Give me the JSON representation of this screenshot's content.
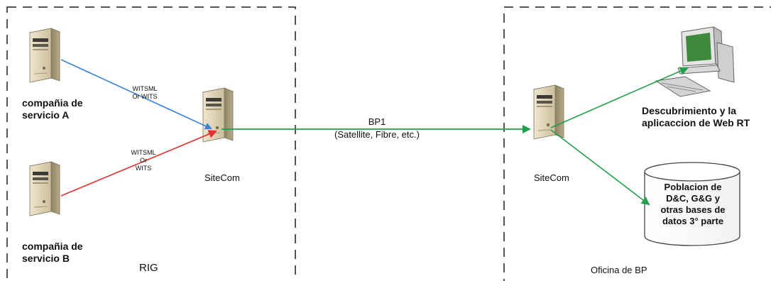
{
  "regions": {
    "rig": "RIG",
    "office": "Oficina de BP"
  },
  "servers": {
    "service_a": [
      "compañia de",
      "servicio A"
    ],
    "service_b": [
      "compañia de",
      "servicio B"
    ],
    "sitecom_rig": "SiteCom",
    "sitecom_office": "SiteCom"
  },
  "links": {
    "a_protocol": [
      "WITSML",
      "Or WITS"
    ],
    "b_protocol": [
      "WITSML",
      "Or",
      "WITS"
    ],
    "wan_name": "BP1",
    "wan_media": "(Satellite, Fibre, etc.)"
  },
  "targets": {
    "web_app": [
      "Descubrimiento y la",
      "aplicaccion de Web RT"
    ],
    "databases": [
      "Poblacion de",
      "D&C, G&G y",
      "otras bases de",
      "datos 3° parte"
    ]
  },
  "colors": {
    "service_a_link": "#3b82d6",
    "service_b_link": "#e53030",
    "network_link": "#22a04a",
    "region_border": "#555555"
  }
}
